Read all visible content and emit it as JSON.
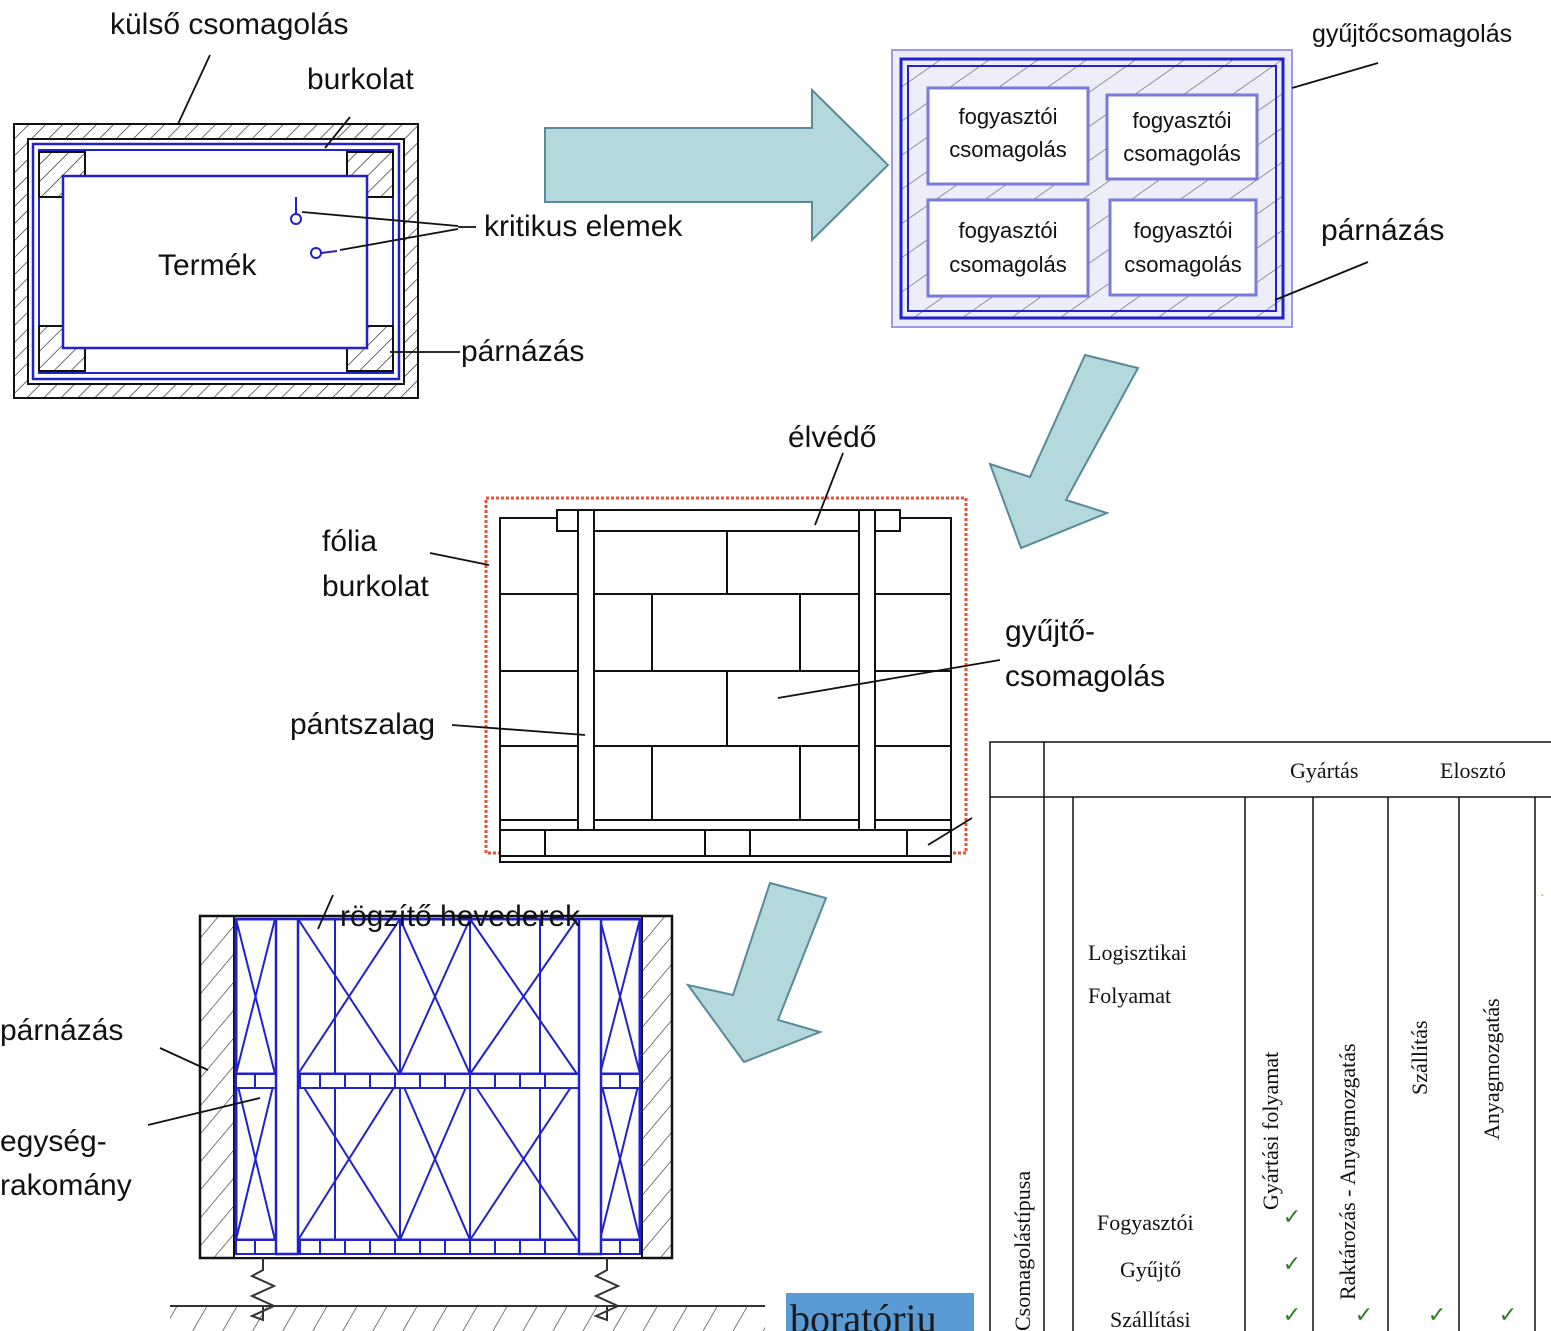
{
  "diagram1": {
    "outer_packaging": "külső csomagolás",
    "wrapping": "burkolat",
    "critical_elements": "kritikus elemek",
    "product": "Termék",
    "cushioning": "párnázás"
  },
  "diagram2": {
    "collective_packaging": "gyűjtőcsomagolás",
    "consumer_packaging_line1": "fogyasztói",
    "consumer_packaging_line2": "csomagolás",
    "cushioning": "párnázás"
  },
  "diagram3": {
    "edge_protector": "élvédő",
    "foil_wrap_line1": "fólia",
    "foil_wrap_line2": "burkolat",
    "collective_line1": "gyűjtő-",
    "collective_line2": "csomagolás",
    "strapping": "pántszalag"
  },
  "diagram4": {
    "fixing_straps": "rögzítő hevederek",
    "cushioning": "párnázás",
    "unit_load_line1": "egység-",
    "unit_load_line2": "rakomány"
  },
  "table": {
    "header_manufacturing": "Gyártás",
    "header_distribution": "Elosztó",
    "logistics_process_line1": "Logisztikai",
    "logistics_process_line2": "Folyamat",
    "packaging_type": "Csomagolástípusa",
    "columns": [
      "Gyártási folyamat",
      "Raktározás - Anyagmozgatás",
      "Szállítás",
      "Anyagmozgatás"
    ],
    "rows": [
      {
        "label": "Fogyasztói",
        "checks": [
          true,
          false,
          false,
          false
        ]
      },
      {
        "label": "Gyűjtő",
        "checks": [
          true,
          false,
          false,
          false
        ]
      },
      {
        "label": "Szállítási",
        "checks": [
          true,
          true,
          true,
          true
        ]
      }
    ],
    "check_mark": "✓"
  },
  "lab_tab": {
    "text": "boratóriu"
  },
  "colors": {
    "arrow_fill": "#b3d9dc",
    "arrow_stroke": "#5a8a9a",
    "blue_line": "#2222cc",
    "foil_red": "#e8503a",
    "lab_tab_bg": "#5b9bd5"
  }
}
